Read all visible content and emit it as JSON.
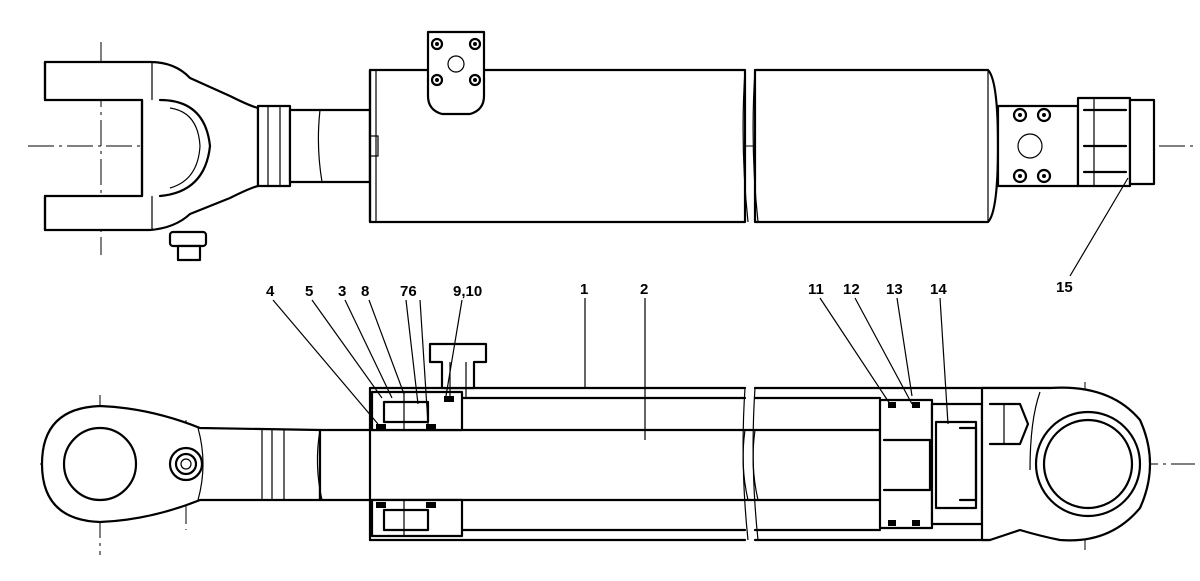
{
  "diagram": {
    "callouts": {
      "c1": "1",
      "c2": "2",
      "c3": "3",
      "c4": "4",
      "c5": "5",
      "c76": "76",
      "c8": "8",
      "c910": "9,10",
      "c11": "11",
      "c12": "12",
      "c13": "13",
      "c14": "14",
      "c15": "15"
    }
  }
}
